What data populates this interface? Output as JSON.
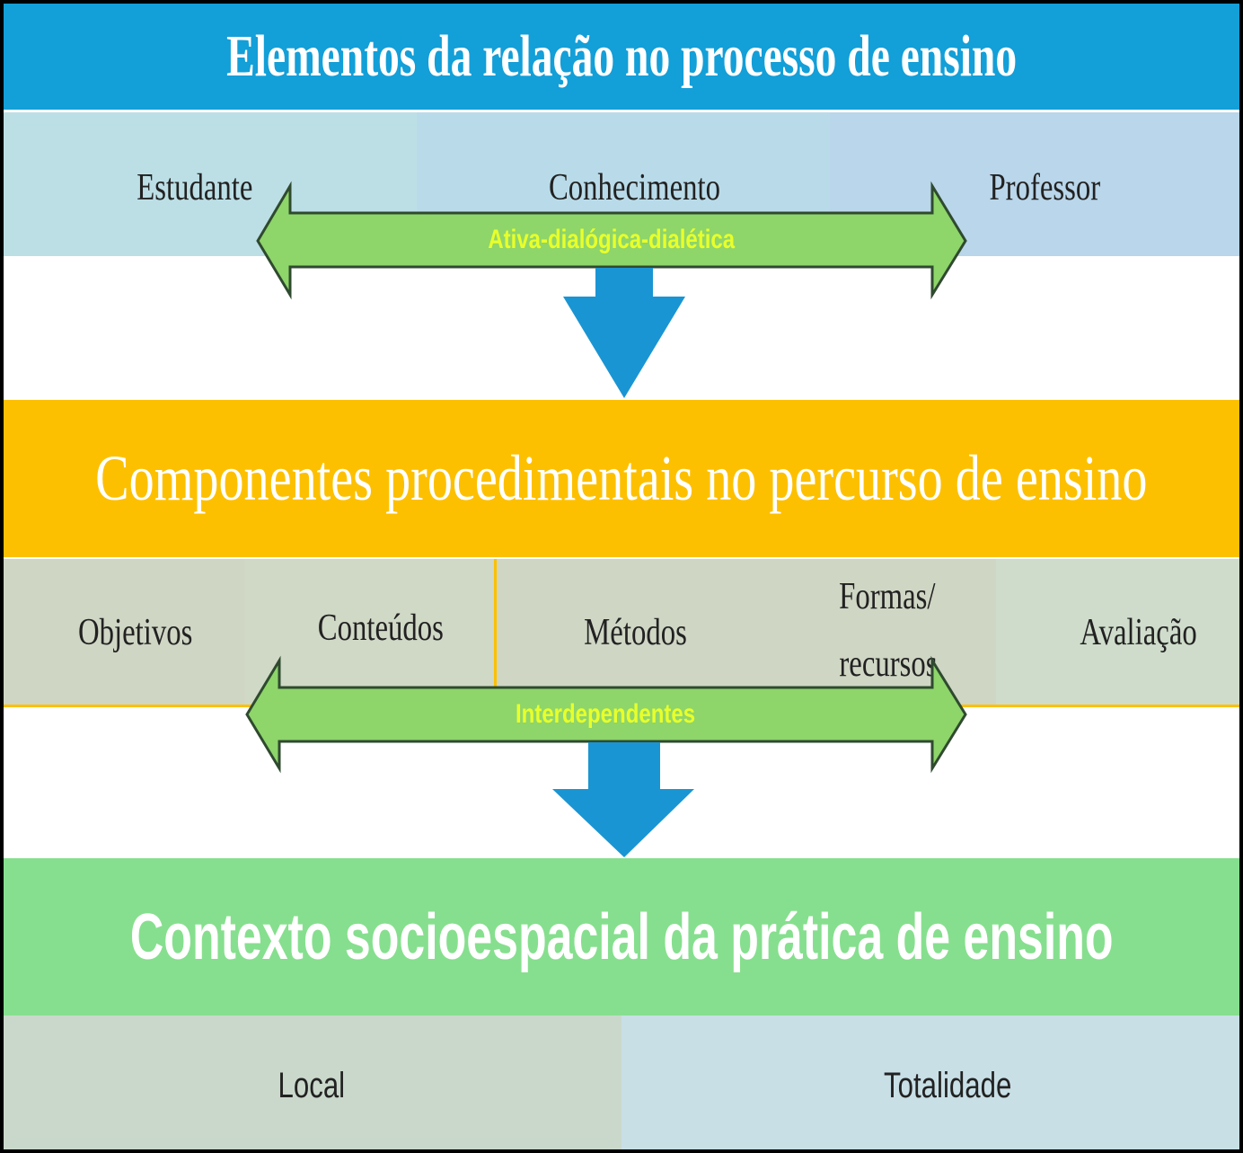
{
  "section1": {
    "title": "Elementos  da relação no processo de ensino",
    "elements": [
      "Estudante",
      "Conhecimento",
      "Professor"
    ],
    "arrow_label": "Ativa-dialógica-dialética"
  },
  "section2": {
    "title": "Componentes procedimentais no percurso de ensino",
    "components": [
      "Objetivos",
      "Conteúdos",
      "Métodos",
      "Formas/",
      "recursos",
      "Avaliação"
    ],
    "arrow_label": "Interdependentes"
  },
  "section3": {
    "title": "Contexto  socioespacial da prática de ensino",
    "scales": [
      "Local",
      "Totalidade"
    ]
  },
  "colors": {
    "blue": "#139fd8",
    "yellow": "#fdc000",
    "green": "#86df8e",
    "arrow_green": "#8ed56a",
    "arrow_label": "#e8ff2a"
  }
}
